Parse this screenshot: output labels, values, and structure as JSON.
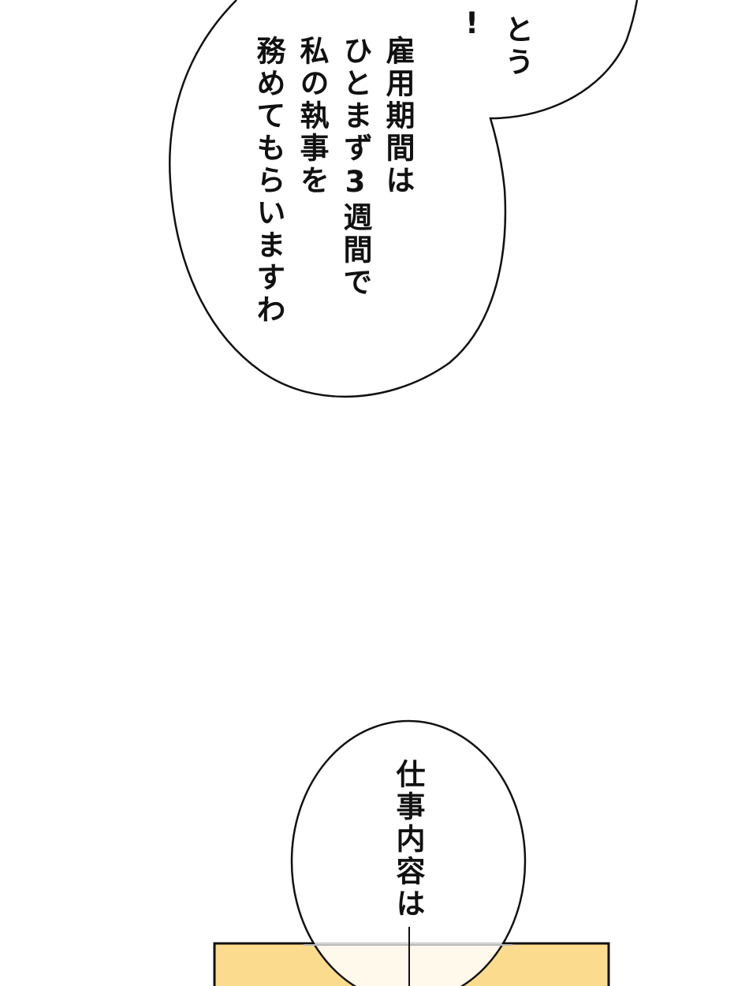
{
  "top_bubble_fragment": {
    "lines": [
      "とう",
      "!"
    ]
  },
  "speech_bubble_1": {
    "lines": [
      "雇用期間は",
      "ひとまず3週間で",
      "私の執事を",
      "務めてもらいますわ"
    ]
  },
  "speech_bubble_2": {
    "lines": [
      "仕事内容は"
    ]
  },
  "colors": {
    "panel_fill": "#fbdc8e",
    "outline": "#111111",
    "background": "#ffffff"
  }
}
